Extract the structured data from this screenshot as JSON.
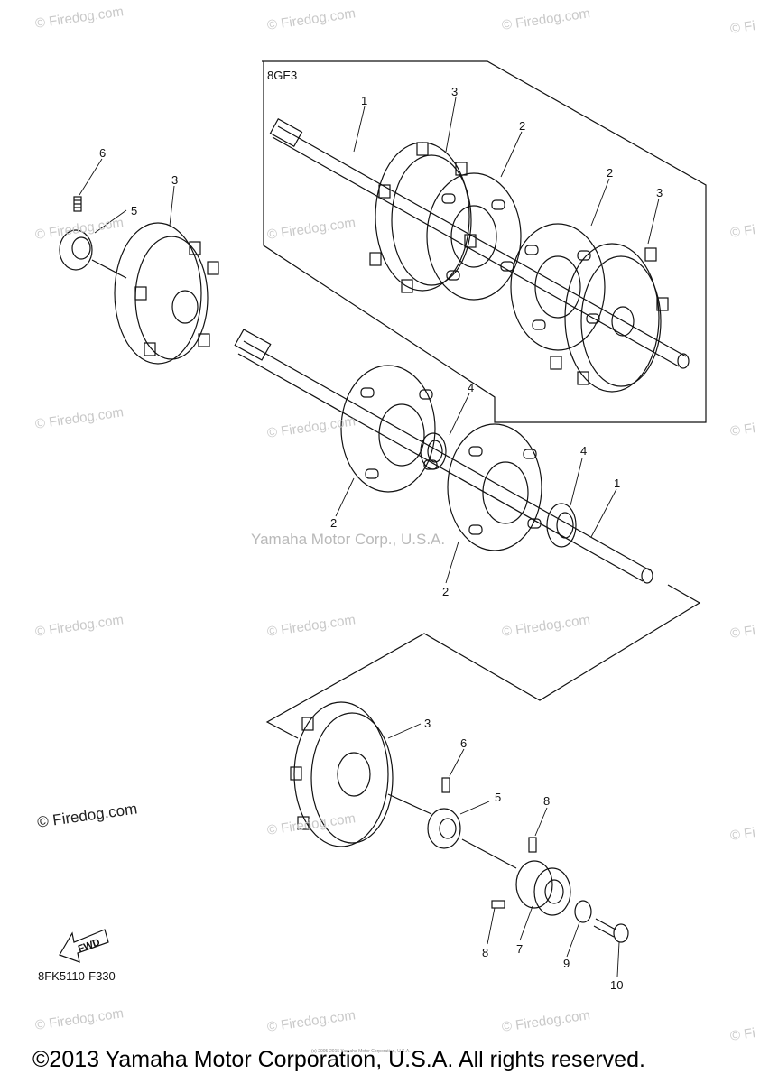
{
  "box_code": "8GE3",
  "center_watermark": "Yamaha Motor Corp., U.S.A.",
  "firedog_logo": "© Firedog.com",
  "watermark_text": "© Firedog.com",
  "watermark_edge_text": "© Fi",
  "part_code": "8FK5110-F330",
  "fwd_label": "FWD",
  "copyright": "©2013 Yamaha Motor Corporation, U.S.A. All rights reserved.",
  "tiny_note": "(c) 2005-2015 Yamaha Motor Corporation, U.S.A.",
  "callouts": {
    "c1_box": "1",
    "c3_box_a": "3",
    "c2_box_a": "2",
    "c2_box_b": "2",
    "c3_box_b": "3",
    "c6_left": "6",
    "c5_left": "5",
    "c3_left": "3",
    "c4_mid_a": "4",
    "c4_mid_b": "4",
    "c1_mid": "1",
    "c2_mid_a": "2",
    "c2_mid_b": "2",
    "c3_low": "3",
    "c6_low": "6",
    "c5_low": "5",
    "c8_a": "8",
    "c8_b": "8",
    "c7": "7",
    "c9": "9",
    "c10": "10"
  }
}
